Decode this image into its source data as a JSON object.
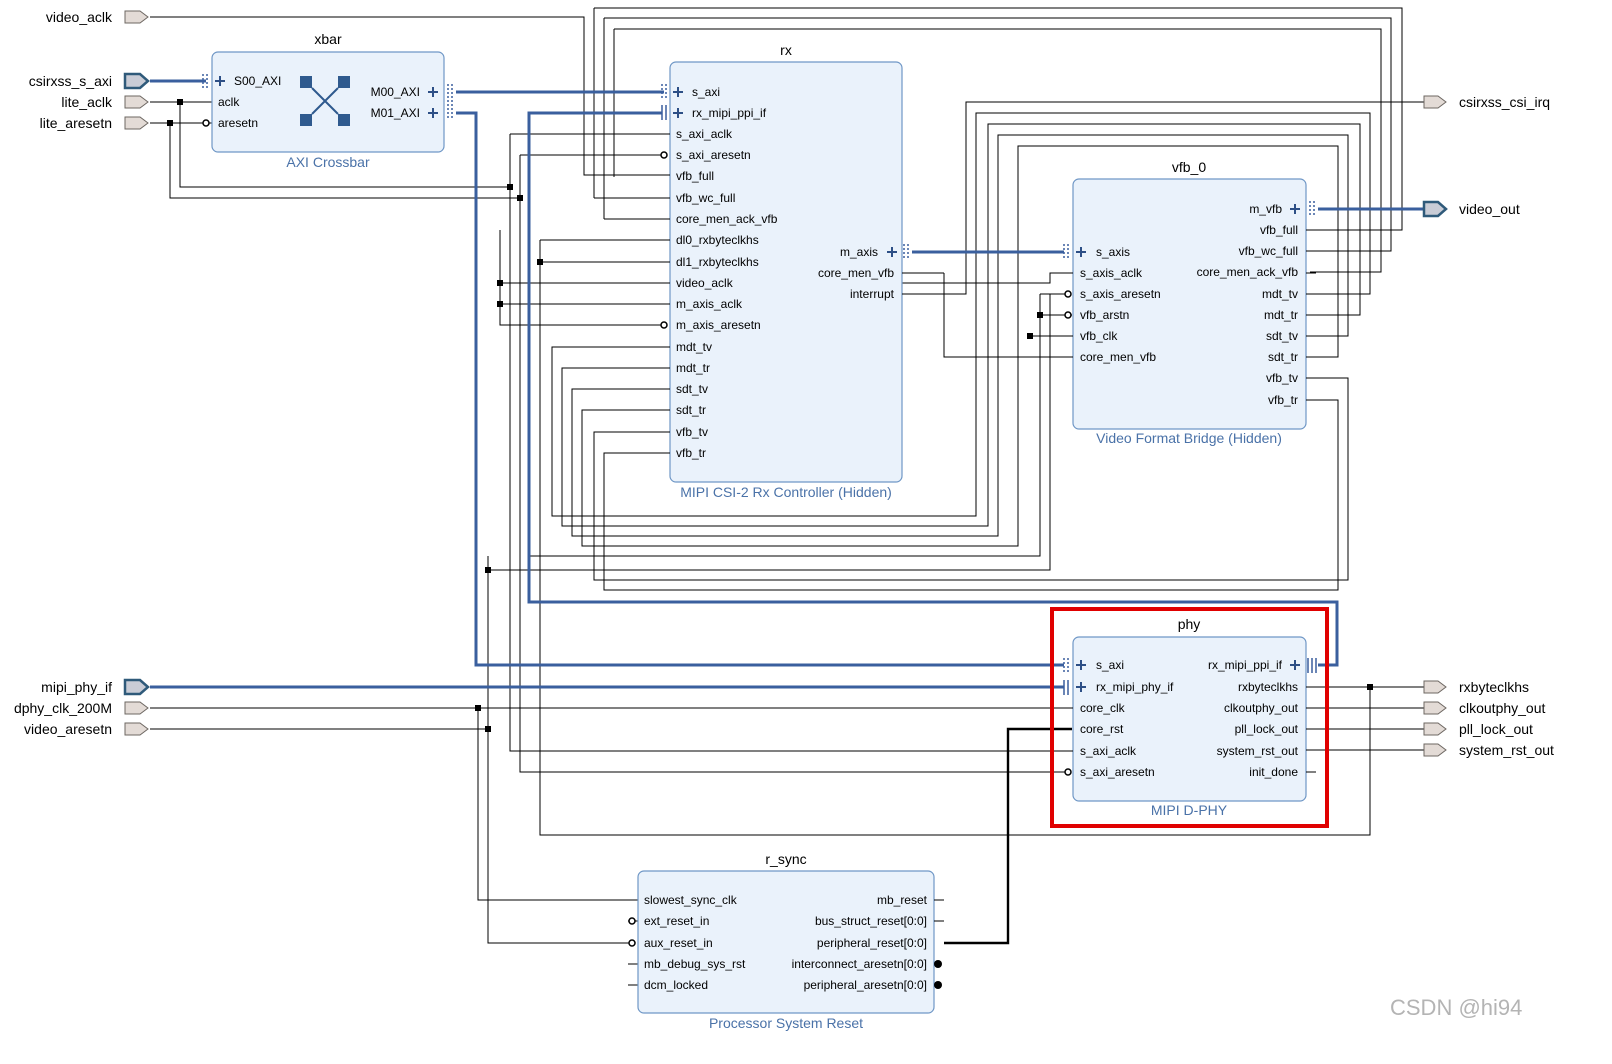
{
  "external_ports": {
    "left": [
      {
        "label": "video_aclk"
      },
      {
        "label": "csirxss_s_axi"
      },
      {
        "label": "lite_aclk"
      },
      {
        "label": "lite_aresetn"
      },
      {
        "label": "mipi_phy_if"
      },
      {
        "label": "dphy_clk_200M"
      },
      {
        "label": "video_aresetn"
      }
    ],
    "right": [
      {
        "label": "csirxss_csi_irq"
      },
      {
        "label": "video_out"
      },
      {
        "label": "rxbyteclkhs"
      },
      {
        "label": "clkoutphy_out"
      },
      {
        "label": "pll_lock_out"
      },
      {
        "label": "system_rst_out"
      }
    ]
  },
  "blocks": {
    "xbar": {
      "title": "xbar",
      "subtitle": "AXI Crossbar",
      "left_pins": [
        "S00_AXI",
        "aclk",
        "aresetn"
      ],
      "right_pins": [
        "M00_AXI",
        "M01_AXI"
      ]
    },
    "rx": {
      "title": "rx",
      "subtitle": "MIPI CSI-2 Rx Controller (Hidden)",
      "left_pins": [
        "s_axi",
        "rx_mipi_ppi_if",
        "s_axi_aclk",
        "s_axi_aresetn",
        "vfb_full",
        "vfb_wc_full",
        "core_men_ack_vfb",
        "dl0_rxbyteclkhs",
        "dl1_rxbyteclkhs",
        "video_aclk",
        "m_axis_aclk",
        "m_axis_aresetn",
        "mdt_tv",
        "mdt_tr",
        "sdt_tv",
        "sdt_tr",
        "vfb_tv",
        "vfb_tr"
      ],
      "right_pins": [
        "m_axis",
        "core_men_vfb",
        "interrupt"
      ]
    },
    "vfb": {
      "title": "vfb_0",
      "subtitle": "Video Format Bridge (Hidden)",
      "left_pins": [
        "s_axis",
        "s_axis_aclk",
        "s_axis_aresetn",
        "vfb_arstn",
        "vfb_clk",
        "core_men_vfb"
      ],
      "right_pins": [
        "m_vfb",
        "vfb_full",
        "vfb_wc_full",
        "core_men_ack_vfb",
        "mdt_tv",
        "mdt_tr",
        "sdt_tv",
        "sdt_tr",
        "vfb_tv",
        "vfb_tr"
      ]
    },
    "phy": {
      "title": "phy",
      "subtitle": "MIPI D-PHY",
      "left_pins": [
        "s_axi",
        "rx_mipi_phy_if",
        "core_clk",
        "core_rst",
        "s_axi_aclk",
        "s_axi_aresetn"
      ],
      "right_pins": [
        "rx_mipi_ppi_if",
        "rxbyteclkhs",
        "clkoutphy_out",
        "pll_lock_out",
        "system_rst_out",
        "init_done"
      ]
    },
    "rsync": {
      "title": "r_sync",
      "subtitle": "Processor System Reset",
      "left_pins": [
        "slowest_sync_clk",
        "ext_reset_in",
        "aux_reset_in",
        "mb_debug_sys_rst",
        "dcm_locked"
      ],
      "right_pins": [
        "mb_reset",
        "bus_struct_reset[0:0]",
        "peripheral_reset[0:0]",
        "interconnect_aresetn[0:0]",
        "peripheral_aresetn[0:0]"
      ]
    }
  },
  "watermark": "CSDN @hi94",
  "colors": {
    "block_fill": "#eaf2fb",
    "block_border": "#6f97c6",
    "bus": "#3a5f9e",
    "highlight": "#e00000",
    "subtitle": "#4a72a8"
  }
}
